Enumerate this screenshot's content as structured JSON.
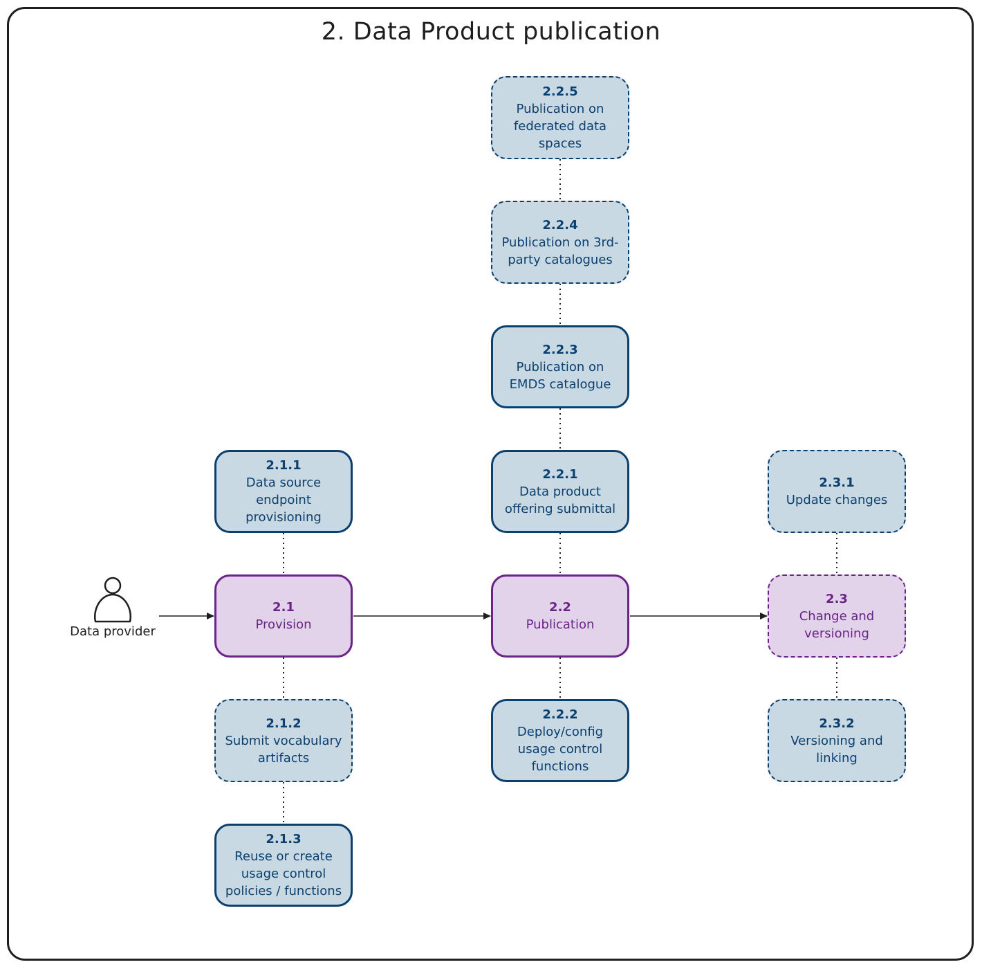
{
  "title": "2. Data Product publication",
  "actor": {
    "label": "Data provider",
    "icon": "person-icon"
  },
  "nodes": {
    "n2_2_5": {
      "num": "2.2.5",
      "label": "Publication on federated data spaces"
    },
    "n2_2_4": {
      "num": "2.2.4",
      "label": "Publication on 3rd-party catalogues"
    },
    "n2_2_3": {
      "num": "2.2.3",
      "label": "Publication on EMDS catalogue"
    },
    "n2_1_1": {
      "num": "2.1.1",
      "label": "Data source endpoint provisioning"
    },
    "n2_2_1": {
      "num": "2.2.1",
      "label": "Data product offering submittal"
    },
    "n2_3_1": {
      "num": "2.3.1",
      "label": "Update changes"
    },
    "n2_1": {
      "num": "2.1",
      "label": "Provision"
    },
    "n2_2": {
      "num": "2.2",
      "label": "Publication"
    },
    "n2_3": {
      "num": "2.3",
      "label": "Change and versioning"
    },
    "n2_1_2": {
      "num": "2.1.2",
      "label": "Submit vocabulary artifacts"
    },
    "n2_2_2": {
      "num": "2.2.2",
      "label": "Deploy/config usage control functions"
    },
    "n2_3_2": {
      "num": "2.3.2",
      "label": "Versioning and linking"
    },
    "n2_1_3": {
      "num": "2.1.3",
      "label": "Reuse or create usage control policies / functions"
    }
  },
  "colors": {
    "outline": "#1e1e1e",
    "blue_fill": "#c9d9e3",
    "blue_stroke": "#0b3f6e",
    "purple_fill": "#e3d3ea",
    "purple_stroke": "#6a2386"
  }
}
